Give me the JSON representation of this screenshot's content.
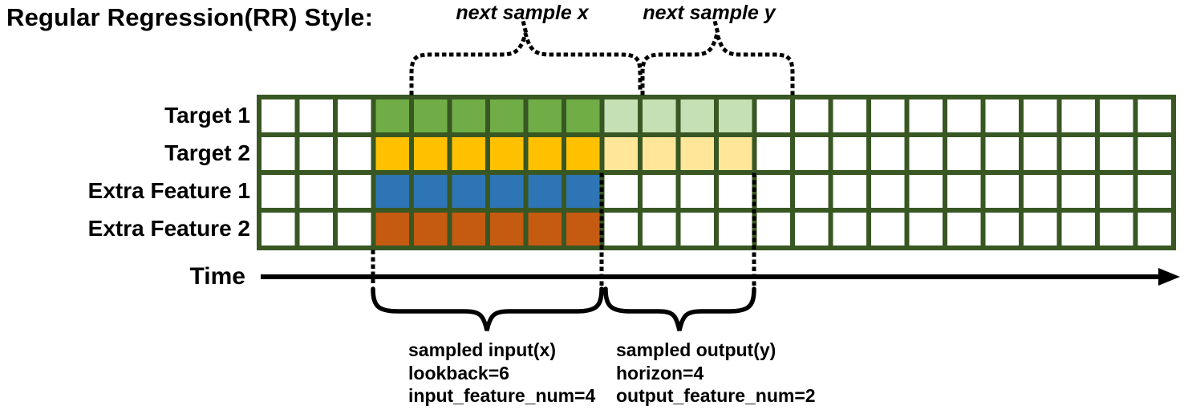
{
  "title": "Regular Regression(RR) Style:",
  "colors": {
    "grid_border": "#385723",
    "empty_cell": "#ffffff",
    "annotation_ink": "#000000"
  },
  "top_braces": [
    {
      "label": "next sample x"
    },
    {
      "label": "next sample y"
    }
  ],
  "grid": {
    "columns": 24,
    "leading_empty": 3,
    "lookback": 6,
    "horizon": 4,
    "rows": [
      {
        "label": "Target 1",
        "type": "target",
        "fill": "#70AD47",
        "horizon_fill": "#C5E0B4"
      },
      {
        "label": "Target 2",
        "type": "target",
        "fill": "#FFC000",
        "horizon_fill": "#FFE699"
      },
      {
        "label": "Extra Feature 1",
        "type": "extra",
        "fill": "#2E75B6",
        "horizon_fill": null
      },
      {
        "label": "Extra Feature 2",
        "type": "extra",
        "fill": "#C55A11",
        "horizon_fill": null
      }
    ]
  },
  "time_axis": {
    "label": "Time"
  },
  "annotations": {
    "input": {
      "lines": [
        "sampled input(x)",
        "lookback=6",
        "input_feature_num=4"
      ]
    },
    "output": {
      "lines": [
        "sampled output(y)",
        "horizon=4",
        "output_feature_num=2"
      ]
    }
  }
}
